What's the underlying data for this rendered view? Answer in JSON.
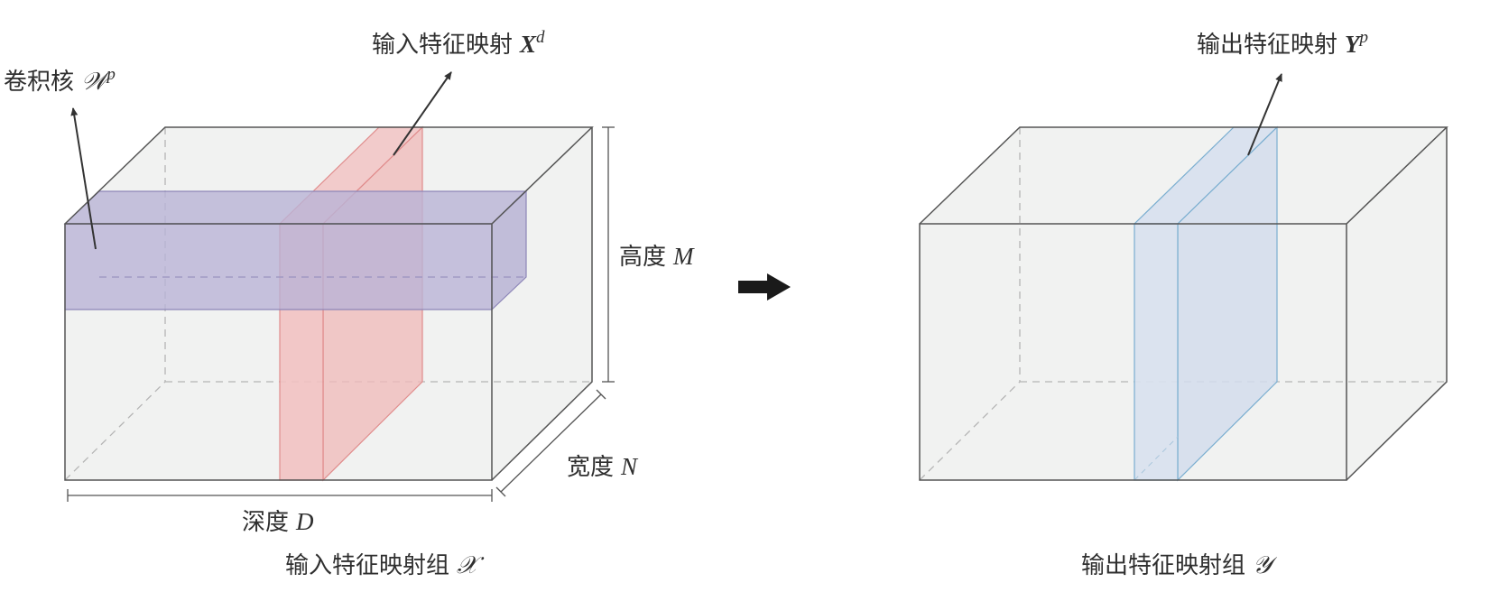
{
  "left": {
    "kernel": {
      "label": "卷积核",
      "symbol": "𝒲",
      "sup": "p"
    },
    "input_map": {
      "label": "输入特征映射",
      "symbol": "X",
      "sup": "d"
    },
    "height": {
      "label": "高度",
      "symbol": "M"
    },
    "width": {
      "label": "宽度",
      "symbol": "N"
    },
    "depth": {
      "label": "深度",
      "symbol": "D"
    },
    "caption": {
      "label": "输入特征映射组",
      "symbol": "𝒳"
    }
  },
  "right": {
    "output_map": {
      "label": "输出特征映射",
      "symbol": "Y",
      "sup": "p"
    },
    "caption": {
      "label": "输出特征映射组",
      "symbol": "𝒴"
    }
  },
  "colors": {
    "kernel_fill": "#bdb7d8",
    "input_slice_fill": "#f2c2c2",
    "output_slice_fill": "#d9e1ee",
    "box_face": "#f1f2f1"
  },
  "arrow_icon": "right-arrow-icon"
}
